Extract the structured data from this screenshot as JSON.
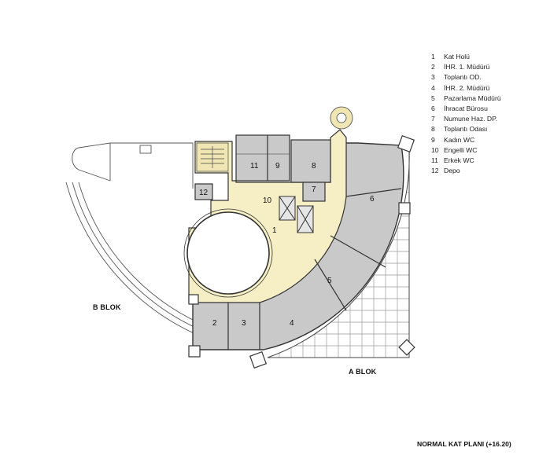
{
  "legend": [
    {
      "num": "1",
      "label": "Kat Holü"
    },
    {
      "num": "2",
      "label": "İHR. 1. Müdürü"
    },
    {
      "num": "3",
      "label": "Toplantı OD."
    },
    {
      "num": "4",
      "label": "İHR. 2. Müdürü"
    },
    {
      "num": "5",
      "label": "Pazarlama Müdürü"
    },
    {
      "num": "6",
      "label": "İhracat Bürosu"
    },
    {
      "num": "7",
      "label": "Numune Haz. DP."
    },
    {
      "num": "8",
      "label": "Toplantı Odası"
    },
    {
      "num": "9",
      "label": "Kadın WC"
    },
    {
      "num": "10",
      "label": "Engelli WC"
    },
    {
      "num": "11",
      "label": "Erkek WC"
    },
    {
      "num": "12",
      "label": "Depo"
    }
  ],
  "blocks": {
    "b": "B BLOK",
    "a": "A BLOK"
  },
  "plan_title": "NORMAL KAT PLANI (+16.20)",
  "rooms": {
    "r1": "1",
    "r2": "2",
    "r3": "3",
    "r4": "4",
    "r5": "5",
    "r6": "6",
    "r7": "7",
    "r8": "8",
    "r9": "9",
    "r10": "10",
    "r11": "11",
    "r12": "12"
  },
  "colors": {
    "hall": "#f6efc6",
    "office": "#c9c9c9",
    "wall": "#333333",
    "grid": "#9a9a9a"
  }
}
